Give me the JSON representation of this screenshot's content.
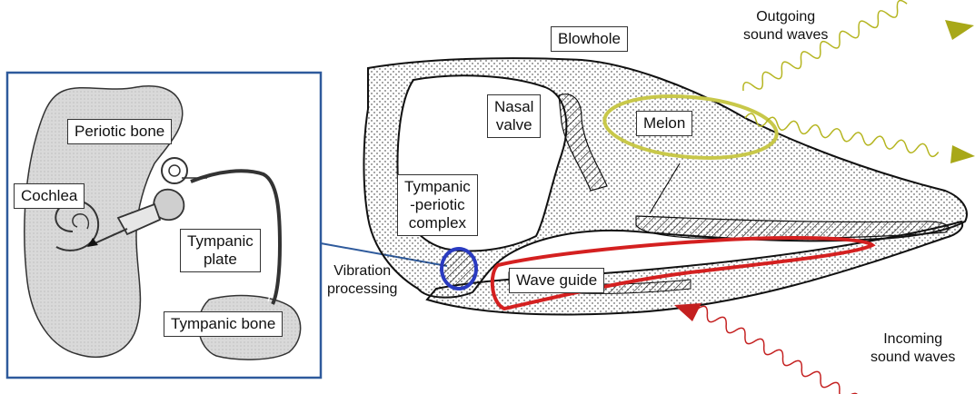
{
  "colors": {
    "inset_border": "#2e5a9c",
    "melon_outline": "#c8c84a",
    "wave_guide_outline": "#d42020",
    "tympanic_complex_outline": "#2a3bc0",
    "outgoing_wave": "#b5b520",
    "incoming_wave": "#c42020",
    "bone_fill": "#d3d3d3"
  },
  "inset_labels": {
    "periotic_bone": "Periotic bone",
    "cochlea": "Cochlea",
    "tympanic_plate_line1": "Tympanic",
    "tympanic_plate_line2": "plate",
    "tympanic_bone": "Tympanic bone"
  },
  "head_labels": {
    "blowhole": "Blowhole",
    "nasal_valve_line1": "Nasal",
    "nasal_valve_line2": "valve",
    "melon": "Melon",
    "tympanic_periotic_line1": "Tympanic",
    "tympanic_periotic_line2": "-periotic",
    "tympanic_periotic_line3": "complex",
    "wave_guide": "Wave guide",
    "vibration_line1": "Vibration",
    "vibration_line2": "processing"
  },
  "wave_labels": {
    "outgoing_line1": "Outgoing",
    "outgoing_line2": "sound waves",
    "incoming_line1": "Incoming",
    "incoming_line2": "sound waves"
  }
}
